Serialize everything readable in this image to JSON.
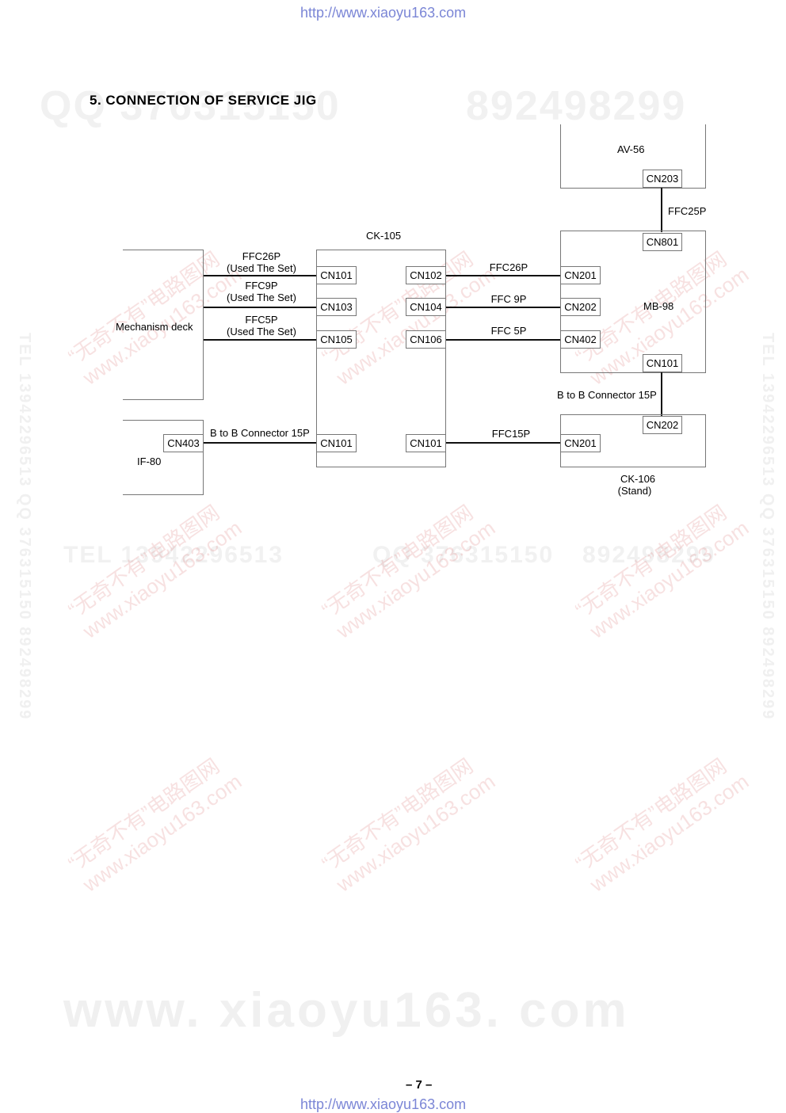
{
  "header": {
    "url": "http://www.xiaoyu163.com"
  },
  "footer": {
    "url": "http://www.xiaoyu163.com",
    "page_number": "– 7 –"
  },
  "section": {
    "title": "5.   CONNECTION  OF  SERVICE  JIG"
  },
  "watermarks": {
    "qq_top_left": "QQ 376315150",
    "qq_top_right": "892498299",
    "tel_mid": "TEL 13942296513",
    "qq_mid": "QQ 376315150",
    "qq_mid_right": "892498299",
    "bottom": "www. xiaoyu163. com",
    "vertical_left": "TEL 13942296513 QQ 376315150 892498299",
    "vertical_right": "TEL 13942296513 QQ 376315150 892498299",
    "red_line1": "“无奇不有”电路图网",
    "red_line2": "www.xiaoyu163.com"
  },
  "diagram": {
    "boards": {
      "av56": "AV-56",
      "ck105": "CK-105",
      "mb98": "MB-98",
      "mechanism_deck": "Mechanism deck",
      "if80": "IF-80",
      "ck106_line1": "CK-106",
      "ck106_line2": "(Stand)"
    },
    "connectors": {
      "av56_cn203": "CN203",
      "mb98_cn801": "CN801",
      "mb98_cn201": "CN201",
      "mb98_cn202": "CN202",
      "mb98_cn402": "CN402",
      "mb98_cn101": "CN101",
      "ck105_cn101_a": "CN101",
      "ck105_cn103": "CN103",
      "ck105_cn105": "CN105",
      "ck105_cn102": "CN102",
      "ck105_cn104": "CN104",
      "ck105_cn106": "CN106",
      "ck105_cn101_b": "CN101",
      "ck105_cn101_c": "CN101",
      "if80_cn403": "CN403",
      "ck106_cn202": "CN202",
      "ck106_cn201": "CN201"
    },
    "cables": {
      "ffc25p": "FFC25P",
      "left_ffc26p": "FFC26P",
      "left_ffc26p_note": "(Used The Set)",
      "left_ffc9p": "FFC9P",
      "left_ffc9p_note": "(Used The Set)",
      "left_ffc5p": "FFC5P",
      "left_ffc5p_note": "(Used The Set)",
      "right_ffc26p": "FFC26P",
      "right_ffc9p": "FFC  9P",
      "right_ffc5p": "FFC  5P",
      "b2b_left": "B to B Connector 15P",
      "b2b_right": "B to B Connector 15P",
      "ffc15p": "FFC15P"
    }
  }
}
